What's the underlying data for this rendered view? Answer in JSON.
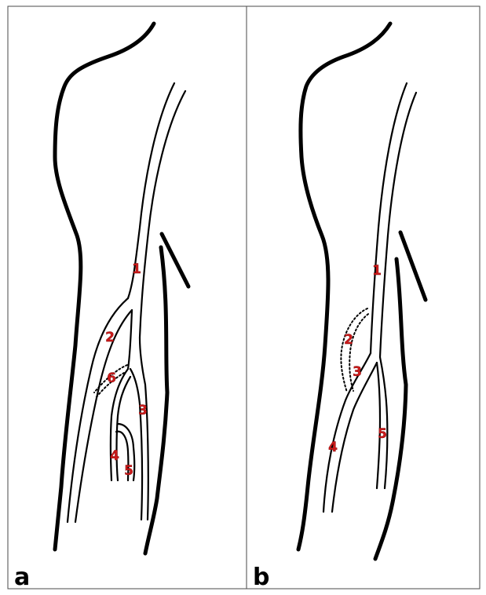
{
  "panels": [
    {
      "letter": "a",
      "labels": [
        "1",
        "2",
        "3",
        "4",
        "5",
        "6"
      ]
    },
    {
      "letter": "b",
      "labels": [
        "1",
        "2",
        "3",
        "4",
        "5"
      ]
    }
  ]
}
